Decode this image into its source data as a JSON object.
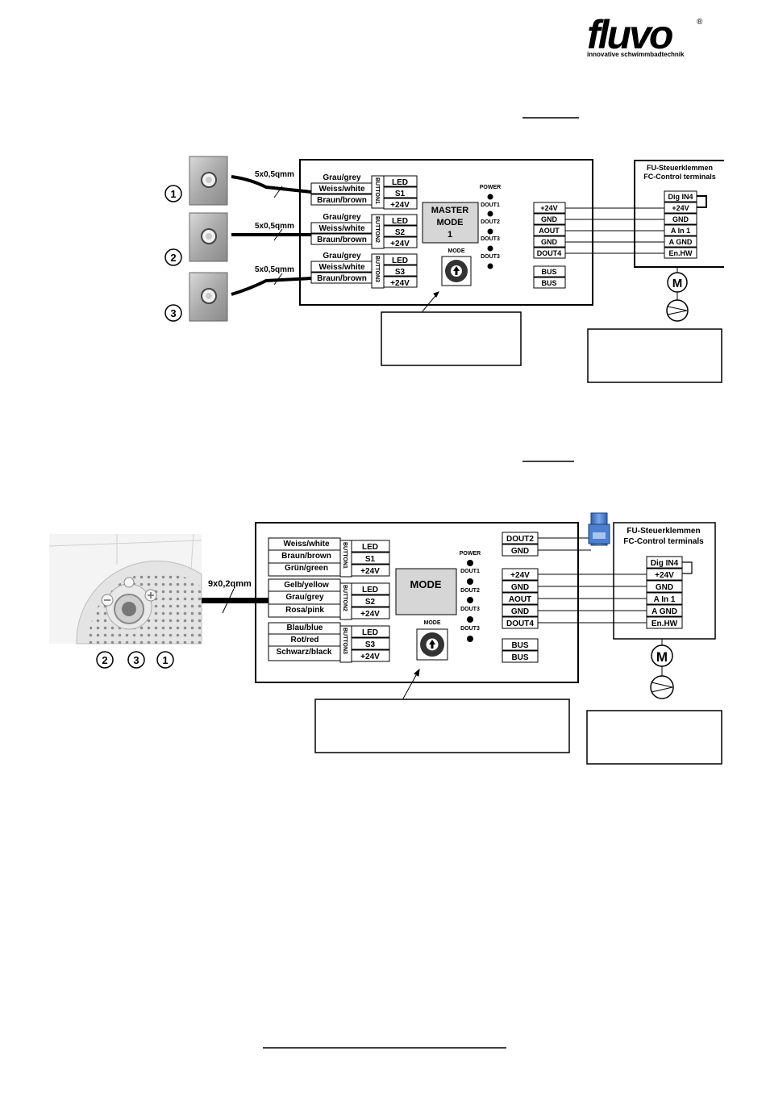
{
  "logo": {
    "brand": "fluvo",
    "registered": "®",
    "tagline": "innovative schwimmbadtechnik"
  },
  "d1": {
    "cables": [
      "5x0,5qmm",
      "5x0,5qmm",
      "5x0,5qmm"
    ],
    "button_numbers": [
      "1",
      "2",
      "3"
    ],
    "groups": [
      {
        "label": "BUTTON1",
        "wires": [
          "Grau/grey",
          "Weiss/white",
          "Braun/brown"
        ],
        "terms": [
          "LED",
          "S1",
          "+24V"
        ]
      },
      {
        "label": "BUTTON2",
        "wires": [
          "Grau/grey",
          "Weiss/white",
          "Braun/brown"
        ],
        "terms": [
          "LED",
          "S2",
          "+24V"
        ]
      },
      {
        "label": "BUTTON3",
        "wires": [
          "Grau/grey",
          "Weiss/white",
          "Braun/brown"
        ],
        "terms": [
          "LED",
          "S3",
          "+24V"
        ]
      }
    ],
    "mode_box": [
      "MASTER",
      "MODE",
      "1"
    ],
    "mode_label": "MODE",
    "leds": [
      "POWER",
      "DOUT1",
      "DOUT2",
      "DOUT3",
      "DOUT3"
    ],
    "out_terms": [
      "+24V",
      "GND",
      "AOUT",
      "GND",
      "DOUT4"
    ],
    "bus_terms": [
      "BUS",
      "BUS"
    ],
    "fc_title": [
      "FU-Steuerklemmen",
      "FC-Control terminals"
    ],
    "fc_terms": [
      "Dig IN4",
      "+24V",
      "GND",
      "A In 1",
      "A GND",
      "En.HW"
    ],
    "motor": "M"
  },
  "d2": {
    "cable": "9x0,2qmm",
    "button_numbers": [
      "2",
      "3",
      "1"
    ],
    "groups": [
      {
        "label": "BUTTON1",
        "wires": [
          "Weiss/white",
          "Braun/brown",
          "Grün/green"
        ],
        "terms": [
          "LED",
          "S1",
          "+24V"
        ]
      },
      {
        "label": "BUTTON2",
        "wires": [
          "Gelb/yellow",
          "Grau/grey",
          "Rosa/pink"
        ],
        "terms": [
          "LED",
          "S2",
          "+24V"
        ]
      },
      {
        "label": "BUTTON3",
        "wires": [
          "Blau/blue",
          "Rot/red",
          "Schwarz/black"
        ],
        "terms": [
          "LED",
          "S3",
          "+24V"
        ]
      }
    ],
    "mode_box": "MODE",
    "mode_label": "MODE",
    "leds": [
      "POWER",
      "DOUT1",
      "DOUT2",
      "DOUT3",
      "DOUT3"
    ],
    "top_terms": [
      "DOUT2",
      "GND"
    ],
    "out_terms": [
      "+24V",
      "GND",
      "AOUT",
      "GND",
      "DOUT4"
    ],
    "bus_terms": [
      "BUS",
      "BUS"
    ],
    "fc_title": [
      "FU-Steuerklemmen",
      "FC-Control terminals"
    ],
    "fc_terms": [
      "Dig IN4",
      "+24V",
      "GND",
      "A In 1",
      "A GND",
      "En.HW"
    ],
    "motor": "M"
  }
}
